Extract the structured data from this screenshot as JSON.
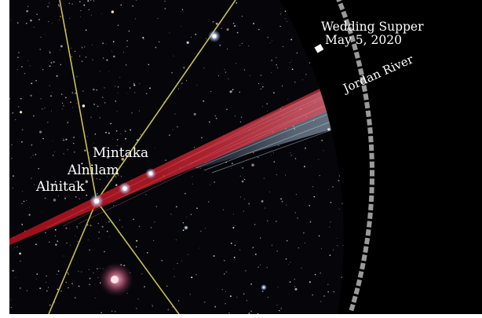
{
  "labels": {
    "wedding_line1": "Wedding Supper",
    "wedding_line2": "May 5, 2020",
    "river": "Jordan River",
    "star_mintaka": "Mintaka",
    "star_alnilam": "Alnilam",
    "star_alnitak": "Alnitak"
  },
  "colors": {
    "sky": "#05050a",
    "frame": "#ffffff",
    "guide_lines": "#c9c24a",
    "beam": "#d21a2a",
    "river": "#b7cfe6",
    "dial_ticks": "#9a9a9a",
    "dial_marker": "#ffffff"
  }
}
